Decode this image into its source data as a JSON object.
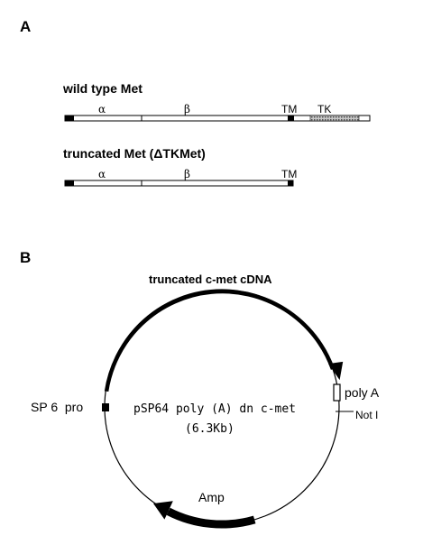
{
  "panel_a": {
    "label": "A",
    "wild_type": {
      "title": "wild type Met",
      "alpha": "α",
      "beta": "β",
      "tm": "TM",
      "tk": "TK"
    },
    "truncated": {
      "title": "truncated Met (ΔTKMet)",
      "alpha": "α",
      "beta": "β",
      "tm": "TM"
    }
  },
  "panel_b": {
    "label": "B",
    "cdna_label": "truncated c-met cDNA",
    "sp6_label": "SP 6  pro",
    "poly_a_label": "poly A",
    "not1_label": "Not I",
    "plasmid_name": "pSP64 poly (A) dn c-met",
    "plasmid_size": "(6.3Kb)",
    "amp_label": "Amp"
  },
  "colors": {
    "ink": "#000000",
    "tk_fill": "#8c8c8c",
    "background": "#ffffff"
  }
}
